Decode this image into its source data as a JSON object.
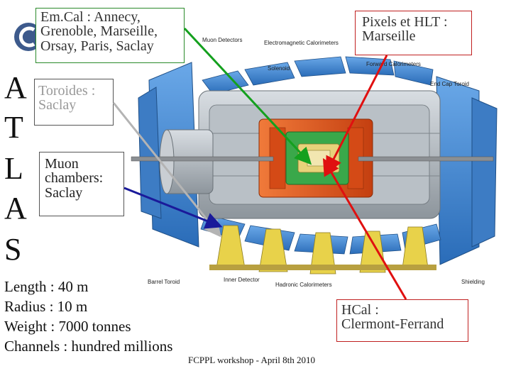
{
  "labels": {
    "emcal": [
      "Em.Cal : Annecy,",
      "Grenoble, Marseille,",
      "Orsay, Paris, Saclay"
    ],
    "pixels": [
      "Pixels et HLT :",
      "Marseille"
    ],
    "toroids": [
      "Toroides :",
      "Saclay"
    ],
    "muon": [
      "Muon",
      "chambers:",
      "Saclay"
    ],
    "hcal": [
      "HCal :",
      "Clermont-Ferrand"
    ]
  },
  "atlas_letters": [
    "A",
    "T",
    "L",
    "A",
    "S"
  ],
  "stats": [
    "Length : 40 m",
    "Radius : 10 m",
    "Weight : 7000 tonnes",
    "Channels : hundred millions"
  ],
  "footer": "FCPPL workshop - April 8th 2010",
  "detector_labels": {
    "muon_detectors": "Muon Detectors",
    "em_calorimeters": "Electromagnetic Calorimeters",
    "solenoid": "Solenoid",
    "forward_calorimeters": "Forward Calorimeters",
    "end_cap_toroid": "End Cap Toroid",
    "barrel_toroid": "Barrel Toroid",
    "inner_detector": "Inner Detector",
    "hadronic_calorimeters": "Hadronic Calorimeters",
    "shielding": "Shielding"
  },
  "colors": {
    "arrow_green": "#14a01e",
    "arrow_red": "#e01010",
    "arrow_grey": "#b4b4b4",
    "arrow_navy": "#1a1a9a",
    "detector_blue": "#4a8fd6",
    "calorimeter_orange": "#e2571b"
  }
}
